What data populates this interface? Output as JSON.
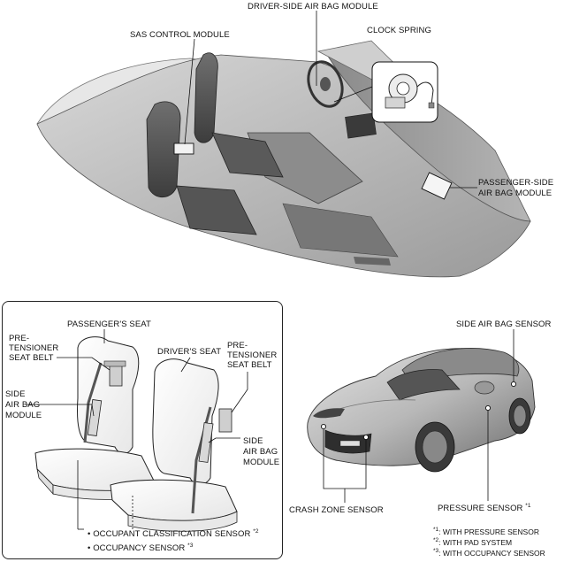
{
  "labels": {
    "driver_airbag": "DRIVER-SIDE AIR BAG MODULE",
    "sas_control": "SAS CONTROL MODULE",
    "clock_spring": "CLOCK SPRING",
    "passenger_airbag_l1": "PASSENGER-SIDE",
    "passenger_airbag_l2": "AIR BAG MODULE",
    "passengers_seat": "PASSENGER'S SEAT",
    "drivers_seat": "DRIVER'S SEAT",
    "pretensioner_left_l1": "PRE-",
    "pretensioner_left_l2": "TENSIONER",
    "pretensioner_left_l3": "SEAT BELT",
    "pretensioner_right_l1": "PRE-",
    "pretensioner_right_l2": "TENSIONER",
    "pretensioner_right_l3": "SEAT BELT",
    "side_airbag_left_l1": "SIDE",
    "side_airbag_left_l2": "AIR BAG",
    "side_airbag_left_l3": "MODULE",
    "side_airbag_right_l1": "SIDE",
    "side_airbag_right_l2": "AIR BAG",
    "side_airbag_right_l3": "MODULE",
    "occupant_classification": "OCCUPANT CLASSIFICATION SENSOR",
    "occupant_classification_mark": "*2",
    "occupancy_sensor": "OCCUPANCY SENSOR",
    "occupancy_sensor_mark": "*3",
    "side_airbag_sensor": "SIDE AIR BAG SENSOR",
    "crash_zone_sensor": "CRASH ZONE SENSOR",
    "pressure_sensor": "PRESSURE SENSOR",
    "pressure_sensor_mark": "*1"
  },
  "footnotes": [
    {
      "mark": "*1",
      "text": ":  WITH PRESSURE SENSOR"
    },
    {
      "mark": "*2",
      "text": ":  WITH PAD SYSTEM"
    },
    {
      "mark": "*3",
      "text": ":  WITH OCCUPANCY SENSOR"
    }
  ],
  "bullet": "•"
}
